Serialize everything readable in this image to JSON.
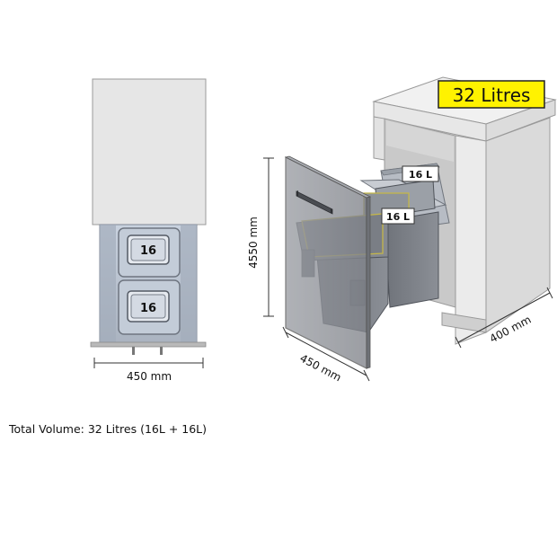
{
  "badge": {
    "label": "32 Litres",
    "bg": "#fff200"
  },
  "front_view": {
    "bin_top_label": "16",
    "bin_bottom_label": "16",
    "width_label": "450 mm"
  },
  "iso_view": {
    "bin_rear_label": "16 L",
    "bin_front_label": "16 L",
    "height_label": "4550 mm",
    "width_label": "450 mm",
    "depth_label": "400 mm"
  },
  "total_volume": "Total Volume: 32 Litres (16L + 16L)",
  "colors": {
    "cabinet": "#e2e2e2",
    "door": "#8c8f95",
    "bin": "#7d8188",
    "text": "#111111"
  }
}
